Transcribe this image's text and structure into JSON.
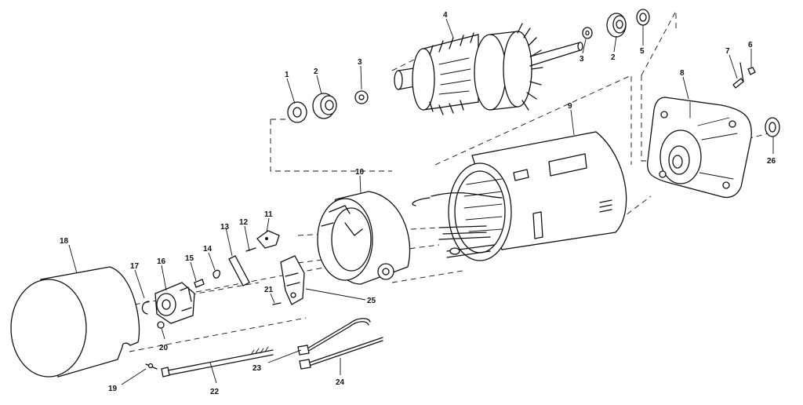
{
  "diagram": {
    "callouts": [
      {
        "id": "c1",
        "text": "1"
      },
      {
        "id": "c2a",
        "text": "2"
      },
      {
        "id": "c3a",
        "text": "3"
      },
      {
        "id": "c4",
        "text": "4"
      },
      {
        "id": "c3b",
        "text": "3"
      },
      {
        "id": "c2b",
        "text": "2"
      },
      {
        "id": "c5",
        "text": "5"
      },
      {
        "id": "c7",
        "text": "7"
      },
      {
        "id": "c6",
        "text": "6"
      },
      {
        "id": "c8",
        "text": "8"
      },
      {
        "id": "c9",
        "text": "9"
      },
      {
        "id": "c26",
        "text": "26"
      },
      {
        "id": "c10",
        "text": "10"
      },
      {
        "id": "c11",
        "text": "11"
      },
      {
        "id": "c12",
        "text": "12"
      },
      {
        "id": "c13",
        "text": "13"
      },
      {
        "id": "c14",
        "text": "14"
      },
      {
        "id": "c15",
        "text": "15"
      },
      {
        "id": "c16",
        "text": "16"
      },
      {
        "id": "c17",
        "text": "17"
      },
      {
        "id": "c18",
        "text": "18"
      },
      {
        "id": "c21",
        "text": "21"
      },
      {
        "id": "c25",
        "text": "25"
      },
      {
        "id": "c20",
        "text": "20"
      },
      {
        "id": "c19",
        "text": "19"
      },
      {
        "id": "c22",
        "text": "22"
      },
      {
        "id": "c23",
        "text": "23"
      },
      {
        "id": "c24",
        "text": "24"
      }
    ]
  }
}
